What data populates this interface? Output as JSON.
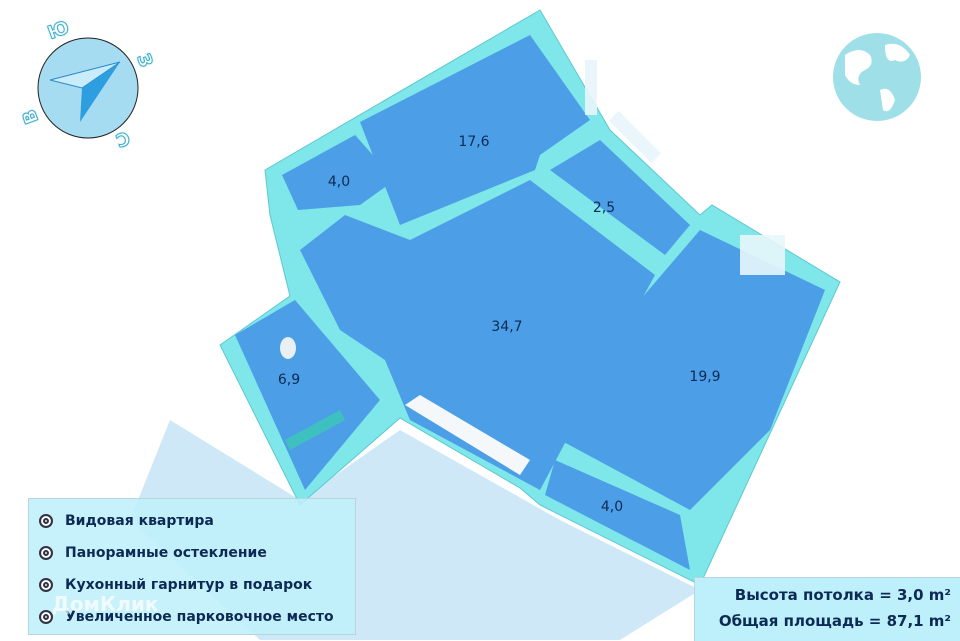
{
  "compass": {
    "letters": {
      "south_top": "Ю",
      "west_right": "З",
      "north_bottom": "С",
      "east_left": "В"
    },
    "icon": "compass-arrow-icon"
  },
  "globe": {
    "icon": "globe-icon"
  },
  "rooms": [
    {
      "name": "bedroom-top",
      "area": "17,6"
    },
    {
      "name": "wardrobe-top",
      "area": "4,0"
    },
    {
      "name": "balcony",
      "area": "2,5"
    },
    {
      "name": "living-kitchen",
      "area": "34,7"
    },
    {
      "name": "bedroom-right",
      "area": "19,9"
    },
    {
      "name": "bathroom",
      "area": "6,9"
    },
    {
      "name": "wardrobe-bottom",
      "area": "4,0"
    }
  ],
  "features": [
    "Видовая квартира",
    "Панорамные остекление",
    "Кухонный гарнитур в подарок",
    "Увеличенное парковочное место"
  ],
  "summary": {
    "ceiling_height": "Высота потолка = 3,0 m²",
    "total_area": "Общая площадь = 87,1 m²"
  },
  "watermark": "ДомКлик",
  "colors": {
    "wall": "#7fe6ea",
    "floor": "#4a9fe6",
    "text": "#0d2a55"
  }
}
